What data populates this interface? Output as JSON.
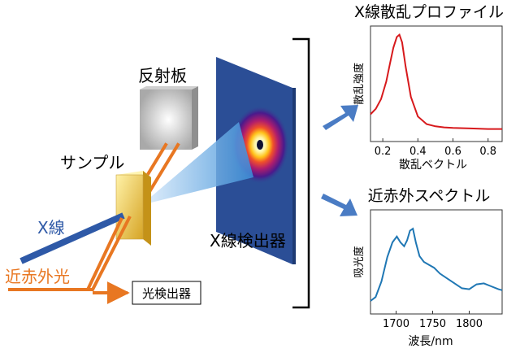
{
  "labels": {
    "reflector": "反射板",
    "sample": "サンプル",
    "xray": "X線",
    "nir_light": "近赤外光",
    "light_detector": "光検出器",
    "xray_detector": "X線検出器"
  },
  "colors": {
    "xray_beam": "#2e59a7",
    "nir_beam": "#e87722",
    "detector_panel": "#2b4e96",
    "saxs_curve": "#d7191c",
    "nir_curve": "#1f77b4",
    "arrow": "#4a7cc4"
  },
  "chart_data": [
    {
      "type": "line",
      "title": "X線散乱プロファイル",
      "xlabel": "散乱ベクトル",
      "ylabel": "散乱強度",
      "xlim": [
        0.13,
        0.88
      ],
      "xticks": [
        0.2,
        0.4,
        0.6,
        0.8
      ],
      "xtick_labels": [
        "0.2",
        "0.4",
        "0.6",
        "0.8"
      ],
      "ylim": [
        0,
        1
      ],
      "series": [
        {
          "x": [
            0.13,
            0.16,
            0.19,
            0.22,
            0.24,
            0.26,
            0.28,
            0.295,
            0.31,
            0.33,
            0.36,
            0.4,
            0.45,
            0.5,
            0.55,
            0.6,
            0.7,
            0.8,
            0.88
          ],
          "y": [
            0.22,
            0.27,
            0.36,
            0.52,
            0.68,
            0.83,
            0.93,
            0.95,
            0.88,
            0.66,
            0.38,
            0.2,
            0.13,
            0.11,
            0.1,
            0.095,
            0.09,
            0.085,
            0.085
          ]
        }
      ]
    },
    {
      "type": "line",
      "title": "近赤外スペクトル",
      "xlabel": "波長/nm",
      "ylabel": "吸光度",
      "xlim": [
        1665,
        1845
      ],
      "xticks": [
        1700,
        1750,
        1800
      ],
      "xtick_labels": [
        "1700",
        "1750",
        "1800"
      ],
      "ylim": [
        0,
        1
      ],
      "series": [
        {
          "x": [
            1665,
            1672,
            1680,
            1688,
            1695,
            1701,
            1706,
            1711,
            1715,
            1719,
            1723,
            1727,
            1732,
            1738,
            1745,
            1752,
            1760,
            1770,
            1780,
            1790,
            1800,
            1810,
            1820,
            1830,
            1840,
            1845
          ],
          "y": [
            0.1,
            0.14,
            0.3,
            0.55,
            0.7,
            0.76,
            0.7,
            0.66,
            0.72,
            0.82,
            0.84,
            0.7,
            0.56,
            0.5,
            0.47,
            0.44,
            0.38,
            0.33,
            0.28,
            0.23,
            0.22,
            0.27,
            0.28,
            0.25,
            0.22,
            0.21
          ]
        }
      ]
    }
  ]
}
